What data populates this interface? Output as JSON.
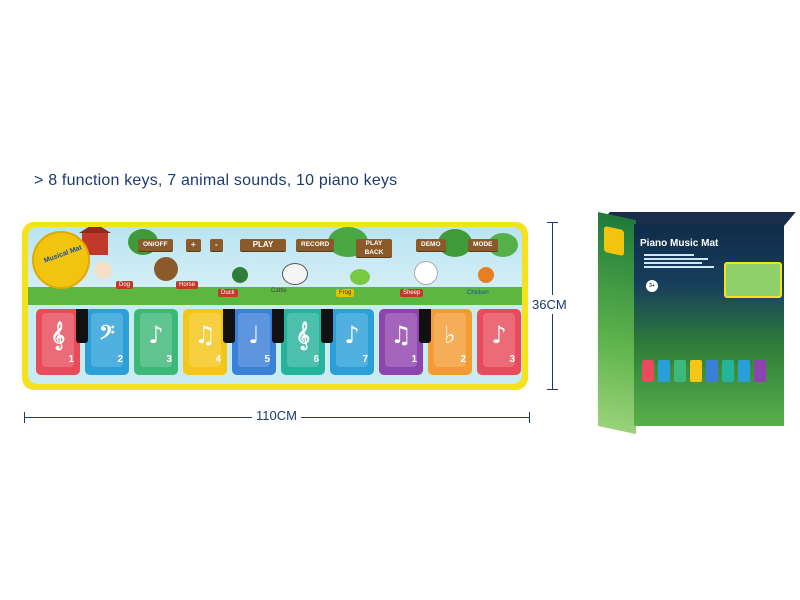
{
  "headline": "> 8 function keys, 7 animal sounds, 10 piano keys",
  "mat": {
    "logo_text": "Musical Mat",
    "function_keys": [
      "ON/OFF",
      "+",
      "-",
      "PLAY",
      "RECORD",
      "PLAY BACK",
      "DEMO",
      "MODE"
    ],
    "animals": [
      "Dog",
      "Horse",
      "Duck",
      "Cattle",
      "Frog",
      "Sheep",
      "Chicken"
    ],
    "piano_keys": [
      {
        "glyph": "𝄞",
        "num": "1",
        "color": "#e84b5b"
      },
      {
        "glyph": "𝄢",
        "num": "2",
        "color": "#2a9fd8"
      },
      {
        "glyph": "♪",
        "num": "3",
        "color": "#3cb878"
      },
      {
        "glyph": "♫",
        "num": "4",
        "color": "#f5c518"
      },
      {
        "glyph": "♩",
        "num": "5",
        "color": "#3a7fd8"
      },
      {
        "glyph": "𝄞",
        "num": "6",
        "color": "#25b39b"
      },
      {
        "glyph": "♪",
        "num": "7",
        "color": "#2a9fd8"
      },
      {
        "glyph": "♫",
        "num": "1",
        "color": "#8e44ad"
      },
      {
        "glyph": "♭",
        "num": "2",
        "color": "#f39c33"
      },
      {
        "glyph": "♪",
        "num": "3",
        "color": "#e84b5b"
      }
    ]
  },
  "dimensions": {
    "width_label": "110CM",
    "height_label": "36CM"
  },
  "box": {
    "title": "Piano Music Mat",
    "age": "3+"
  }
}
